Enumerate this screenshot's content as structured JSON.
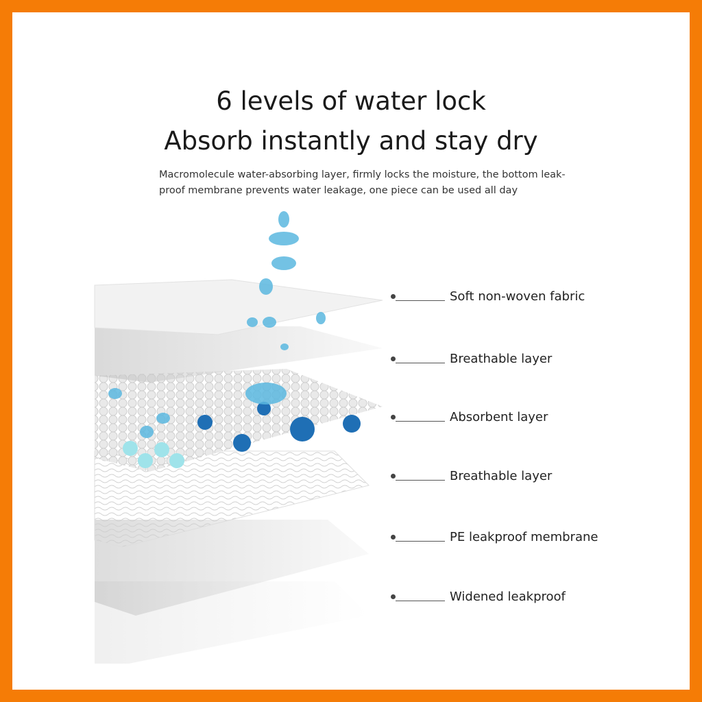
{
  "heading": {
    "line1": "6 levels of water lock",
    "line2": "Absorb instantly and stay dry"
  },
  "description": "Macromolecule water-absorbing layer, firmly locks the moisture, the bottom leak-proof membrane prevents water leakage, one piece can be used all day",
  "layers": [
    {
      "label": "Soft non-woven fabric"
    },
    {
      "label": "Breathable layer"
    },
    {
      "label": "Absorbent layer"
    },
    {
      "label": "Breathable layer"
    },
    {
      "label": "PE leakproof membrane"
    },
    {
      "label": "Widened leakproof"
    }
  ],
  "colors": {
    "border": "#f57c06",
    "water": "#5bb8e0",
    "absorbent": "#1f6fb5"
  }
}
